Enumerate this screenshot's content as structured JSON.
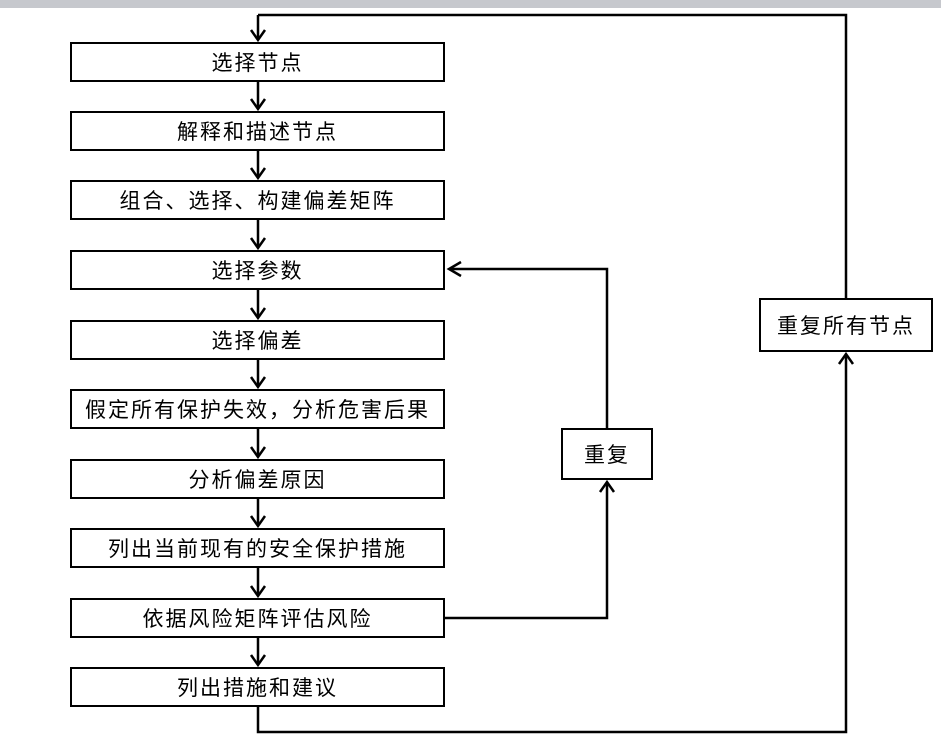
{
  "colors": {
    "line": "#000000",
    "box-border": "#000000",
    "box-fill": "#ffffff",
    "topbar": "#c6c8cd",
    "background": "#ffffff"
  },
  "flowchart": {
    "steps": [
      "选择节点",
      "解释和描述节点",
      "组合、选择、构建偏差矩阵",
      "选择参数",
      "选择偏差",
      "假定所有保护失效，分析危害后果",
      "分析偏差原因",
      "列出当前现有的安全保护措施",
      "依据风险矩阵评估风险",
      "列出措施和建议"
    ],
    "repeat_box": {
      "label": "重复"
    },
    "repeat_all_box": {
      "label": "重复所有节点"
    }
  }
}
